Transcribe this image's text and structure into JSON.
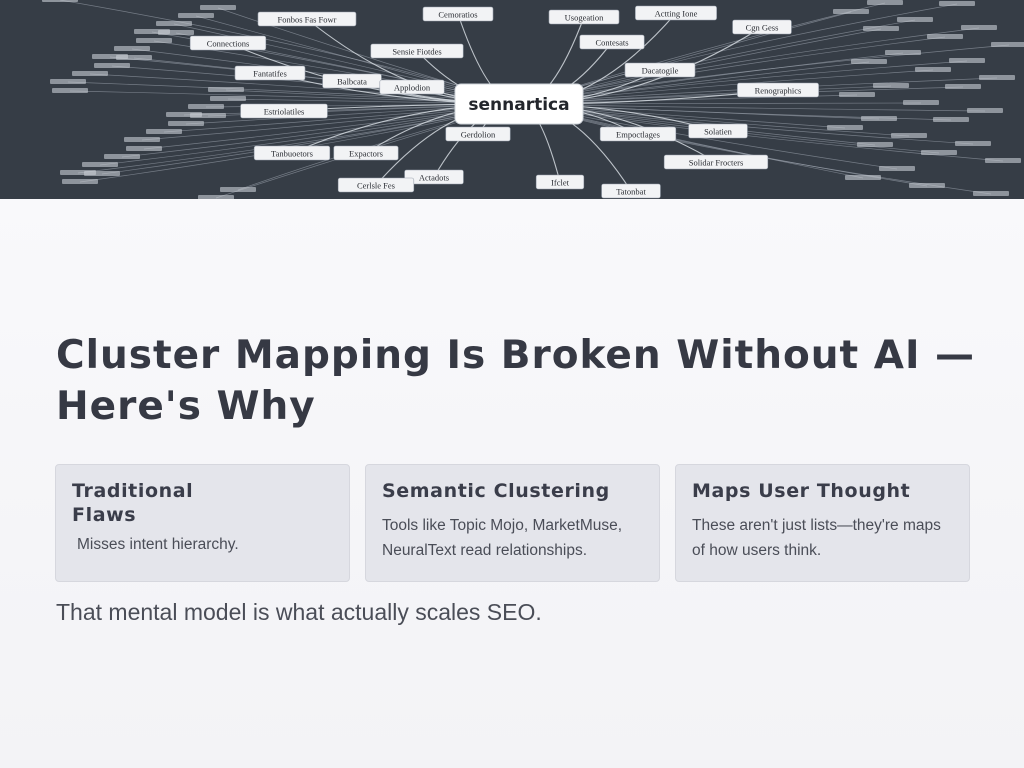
{
  "hero": {
    "center_label": "sennartica",
    "node_labels": [
      "Connections",
      "Fonbos Fas Fowr",
      "Cemoratios",
      "Usogeation",
      "Actting Ione",
      "Cgn Gess",
      "Sensie Fiotdes",
      "Contesats",
      "Fantatifes",
      "Balbcata",
      "Applodion",
      "Dacatogile",
      "Renographics",
      "Estriolatiles",
      "Solatien",
      "Empoctlages",
      "Gerdolion",
      "Tanbuoetors",
      "Expactors",
      "Solidar Frocters",
      "Actadots",
      "Cerlsle Fes",
      "Tatonbat",
      "Ifclet"
    ]
  },
  "headline": "Cluster Mapping Is Broken Without AI — Here's Why",
  "cards": [
    {
      "title": "Traditional Flaws",
      "body": "Misses intent hierarchy."
    },
    {
      "title": "Semantic Clustering",
      "body": "Tools like Topic Mojo, MarketMuse, NeuralText read relationships."
    },
    {
      "title": "Maps User Thought",
      "body": "These aren't just lists—they're maps of how users think."
    }
  ],
  "footer": "That mental model is what actually scales SEO."
}
